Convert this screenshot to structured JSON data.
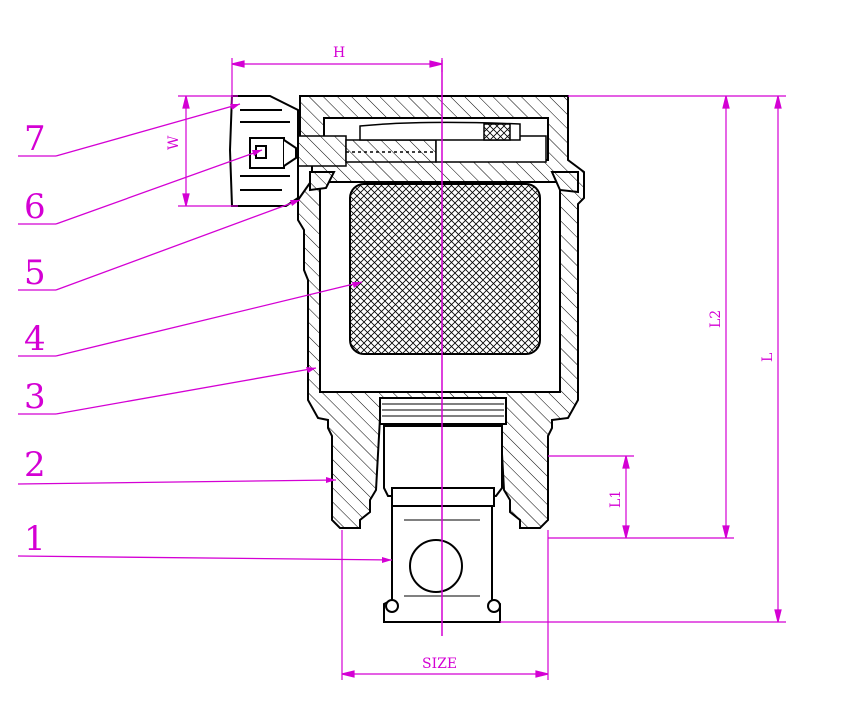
{
  "callouts": [
    "7",
    "6",
    "5",
    "4",
    "3",
    "2",
    "1"
  ],
  "dimensions": {
    "h": "H",
    "w": "W",
    "l": "L",
    "l2": "L2",
    "l1": "L1",
    "size": "SIZE"
  },
  "colors": {
    "annotation": "#d400d4",
    "line": "#000000",
    "background": "#ffffff"
  }
}
